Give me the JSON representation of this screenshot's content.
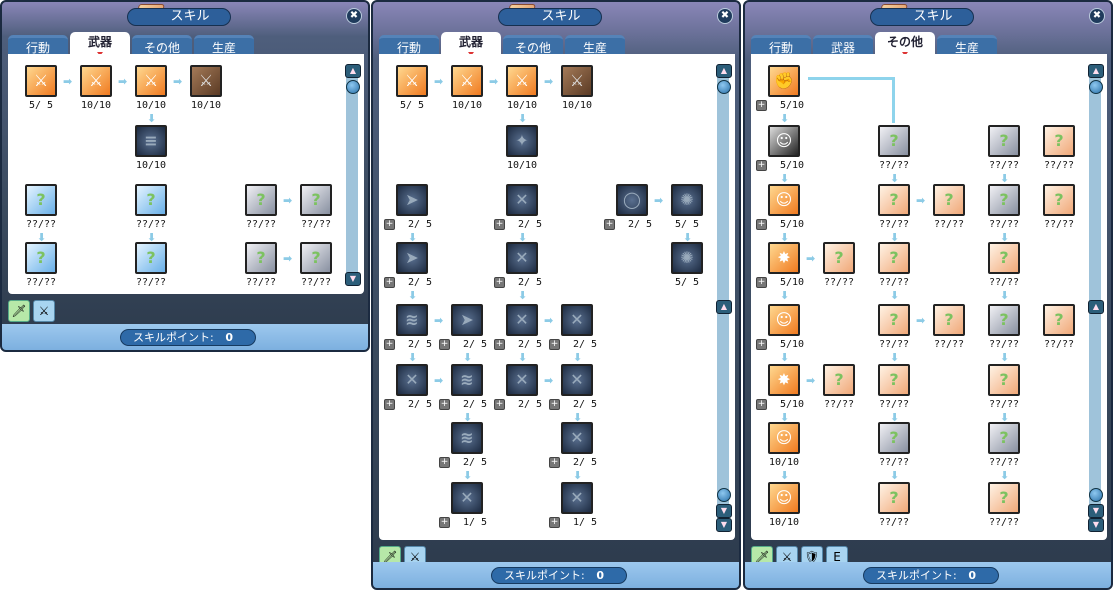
{
  "window_title": "スキル",
  "close_icon": "close-icon",
  "tabs": [
    "行動",
    "武器",
    "その他",
    "生産"
  ],
  "skill_points_label": "スキルポイント:",
  "panels": [
    {
      "active_tab": 1,
      "skill_points": "0",
      "skills": [
        {
          "value": "5/ 5",
          "style": "orange",
          "glyph": "⚔"
        },
        {
          "value": "10/10",
          "style": "orange",
          "glyph": "⚔"
        },
        {
          "value": "10/10",
          "style": "orange",
          "glyph": "⚔"
        },
        {
          "value": "10/10",
          "style": "brown",
          "glyph": "⚔"
        },
        {
          "value": "10/10",
          "style": "navy",
          "glyph": "≡"
        },
        {
          "value": "??/??",
          "style": "blue",
          "glyph": "?"
        },
        {
          "value": "??/??",
          "style": "blue",
          "glyph": "?"
        },
        {
          "value": "??/??",
          "style": "gray",
          "glyph": "?"
        },
        {
          "value": "??/??",
          "style": "gray",
          "glyph": "?"
        },
        {
          "value": "??/??",
          "style": "blue",
          "glyph": "?"
        },
        {
          "value": "??/??",
          "style": "blue",
          "glyph": "?"
        },
        {
          "value": "??/??",
          "style": "gray",
          "glyph": "?"
        },
        {
          "value": "??/??",
          "style": "gray",
          "glyph": "?"
        }
      ],
      "bottom_icons": [
        "sword-hand-icon",
        "dagger-icon"
      ]
    },
    {
      "active_tab": 1,
      "skill_points": "0",
      "skills": [
        {
          "value": "5/ 5",
          "style": "orange",
          "glyph": "⚔"
        },
        {
          "value": "10/10",
          "style": "orange",
          "glyph": "⚔"
        },
        {
          "value": "10/10",
          "style": "orange",
          "glyph": "⚔"
        },
        {
          "value": "10/10",
          "style": "brown",
          "glyph": "⚔"
        },
        {
          "value": "10/10",
          "style": "navy",
          "glyph": "✦"
        },
        {
          "value": "2/ 5",
          "style": "navy",
          "glyph": "➤"
        },
        {
          "value": "2/ 5",
          "style": "navy",
          "glyph": "✕"
        },
        {
          "value": "2/ 5",
          "style": "navy",
          "glyph": "◯"
        },
        {
          "value": "5/ 5",
          "style": "navy",
          "glyph": "✺"
        },
        {
          "value": "2/ 5",
          "style": "navy",
          "glyph": "➤"
        },
        {
          "value": "2/ 5",
          "style": "navy",
          "glyph": "✕"
        },
        {
          "value": "5/ 5",
          "style": "navy",
          "glyph": "✺"
        },
        {
          "value": "2/ 5",
          "style": "navy",
          "glyph": "≋"
        },
        {
          "value": "2/ 5",
          "style": "navy",
          "glyph": "➤"
        },
        {
          "value": "2/ 5",
          "style": "navy",
          "glyph": "✕"
        },
        {
          "value": "2/ 5",
          "style": "navy",
          "glyph": "✕"
        },
        {
          "value": "2/ 5",
          "style": "navy",
          "glyph": "✕"
        },
        {
          "value": "2/ 5",
          "style": "navy",
          "glyph": "≋"
        },
        {
          "value": "2/ 5",
          "style": "navy",
          "glyph": "✕"
        },
        {
          "value": "2/ 5",
          "style": "navy",
          "glyph": "✕"
        },
        {
          "value": "2/ 5",
          "style": "navy",
          "glyph": "≋"
        },
        {
          "value": "2/ 5",
          "style": "navy",
          "glyph": "✕"
        },
        {
          "value": "1/ 5",
          "style": "navy",
          "glyph": "✕"
        },
        {
          "value": "1/ 5",
          "style": "navy",
          "glyph": "✕"
        }
      ],
      "bottom_icons": [
        "sword-hand-icon",
        "dagger-icon"
      ]
    },
    {
      "active_tab": 2,
      "skill_points": "0",
      "skills": [
        {
          "value": "5/10",
          "style": "orange",
          "glyph": "✊"
        },
        {
          "value": "5/10",
          "style": "dark",
          "glyph": "☺"
        },
        {
          "value": "??/??",
          "style": "gray",
          "glyph": "?"
        },
        {
          "value": "??/??",
          "style": "gray",
          "glyph": "?"
        },
        {
          "value": "??/??",
          "style": "peach",
          "glyph": "?"
        },
        {
          "value": "5/10",
          "style": "orange",
          "glyph": "☺"
        },
        {
          "value": "??/??",
          "style": "peach",
          "glyph": "?"
        },
        {
          "value": "??/??",
          "style": "peach",
          "glyph": "?"
        },
        {
          "value": "??/??",
          "style": "gray",
          "glyph": "?"
        },
        {
          "value": "??/??",
          "style": "peach",
          "glyph": "?"
        },
        {
          "value": "5/10",
          "style": "orange",
          "glyph": "✸"
        },
        {
          "value": "??/??",
          "style": "peach",
          "glyph": "?"
        },
        {
          "value": "??/??",
          "style": "peach",
          "glyph": "?"
        },
        {
          "value": "??/??",
          "style": "peach",
          "glyph": "?"
        },
        {
          "value": "5/10",
          "style": "orange",
          "glyph": "☺"
        },
        {
          "value": "??/??",
          "style": "peach",
          "glyph": "?"
        },
        {
          "value": "??/??",
          "style": "peach",
          "glyph": "?"
        },
        {
          "value": "??/??",
          "style": "gray",
          "glyph": "?"
        },
        {
          "value": "??/??",
          "style": "peach",
          "glyph": "?"
        },
        {
          "value": "5/10",
          "style": "orange",
          "glyph": "✸"
        },
        {
          "value": "??/??",
          "style": "peach",
          "glyph": "?"
        },
        {
          "value": "??/??",
          "style": "peach",
          "glyph": "?"
        },
        {
          "value": "??/??",
          "style": "peach",
          "glyph": "?"
        },
        {
          "value": "10/10",
          "style": "orange",
          "glyph": "☺"
        },
        {
          "value": "??/??",
          "style": "gray",
          "glyph": "?"
        },
        {
          "value": "??/??",
          "style": "gray",
          "glyph": "?"
        },
        {
          "value": "10/10",
          "style": "orange",
          "glyph": "☺"
        },
        {
          "value": "??/??",
          "style": "peach",
          "glyph": "?"
        },
        {
          "value": "??/??",
          "style": "peach",
          "glyph": "?"
        }
      ],
      "bottom_icons": [
        "sword-hand-icon",
        "running-icon",
        "shield-icon",
        "elvi-icon"
      ]
    }
  ]
}
